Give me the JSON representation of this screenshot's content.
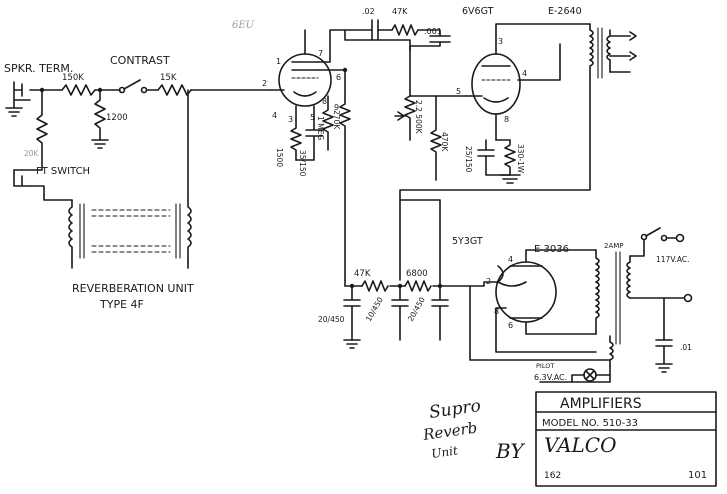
{
  "labels": {
    "spkr_term": "SPKR. TERM.",
    "contrast": "CONTRAST",
    "r_150k": "150K",
    "r_15k": "15K",
    "r_1200": "1200",
    "r_20k": "20K",
    "ft_switch": "FT SWITCH",
    "reverb_unit": "REVERBERATION UNIT",
    "reverb_type": "TYPE 4F",
    "tube_6eu": "6EU",
    "cap_02": ".02",
    "r_47k_top": "47K",
    "cap_001": ".001",
    "tube_6v6gt": "6V6GT",
    "xfmr_e2640": "E-2640",
    "r_1500": "1500",
    "r_35_150": "35/150",
    "r_1meg": "1 MEG",
    "r_270k": "270K",
    "pot_500k": "2.2 500K",
    "r_470k": "470K",
    "cap_25_150": "25/150",
    "r_330": "330-1W",
    "r_47k_mid": "47K",
    "r_6800": "6800",
    "tube_5y3gt": "5Y3GT",
    "xfmr_e3036": "E 3036",
    "amp_note": "2AMP",
    "ac_117": "117V.AC.",
    "cap_20_450_a": "20/450",
    "cap_10_450": "10/450",
    "cap_20_450_b": "20/450",
    "cap_01": ".01",
    "pilot": "PILOT",
    "ac_63": "6.3V.AC.",
    "pin_1": "1",
    "pin_2": "2",
    "pin_3": "3",
    "pin_4": "4",
    "pin_5": "5",
    "pin_6": "6",
    "pin_7": "7",
    "pin_8": "8",
    "pin_9": "9",
    "pin_4b": "4",
    "pin_5b": "5",
    "pin_8b": "8",
    "pin_3b": "3",
    "pin_2c": "2",
    "pin_4c": "4",
    "pin_8c": "8",
    "pin_6c": "6"
  },
  "handwriting": {
    "line1": "Supro",
    "line2": "Reverb",
    "line3": "Unit",
    "by": "BY",
    "maker": "VALCO"
  },
  "title_block": {
    "heading": "AMPLIFIERS",
    "model": "MODEL NO. 510-33",
    "sheet_left": "162",
    "sheet_right": "101"
  }
}
